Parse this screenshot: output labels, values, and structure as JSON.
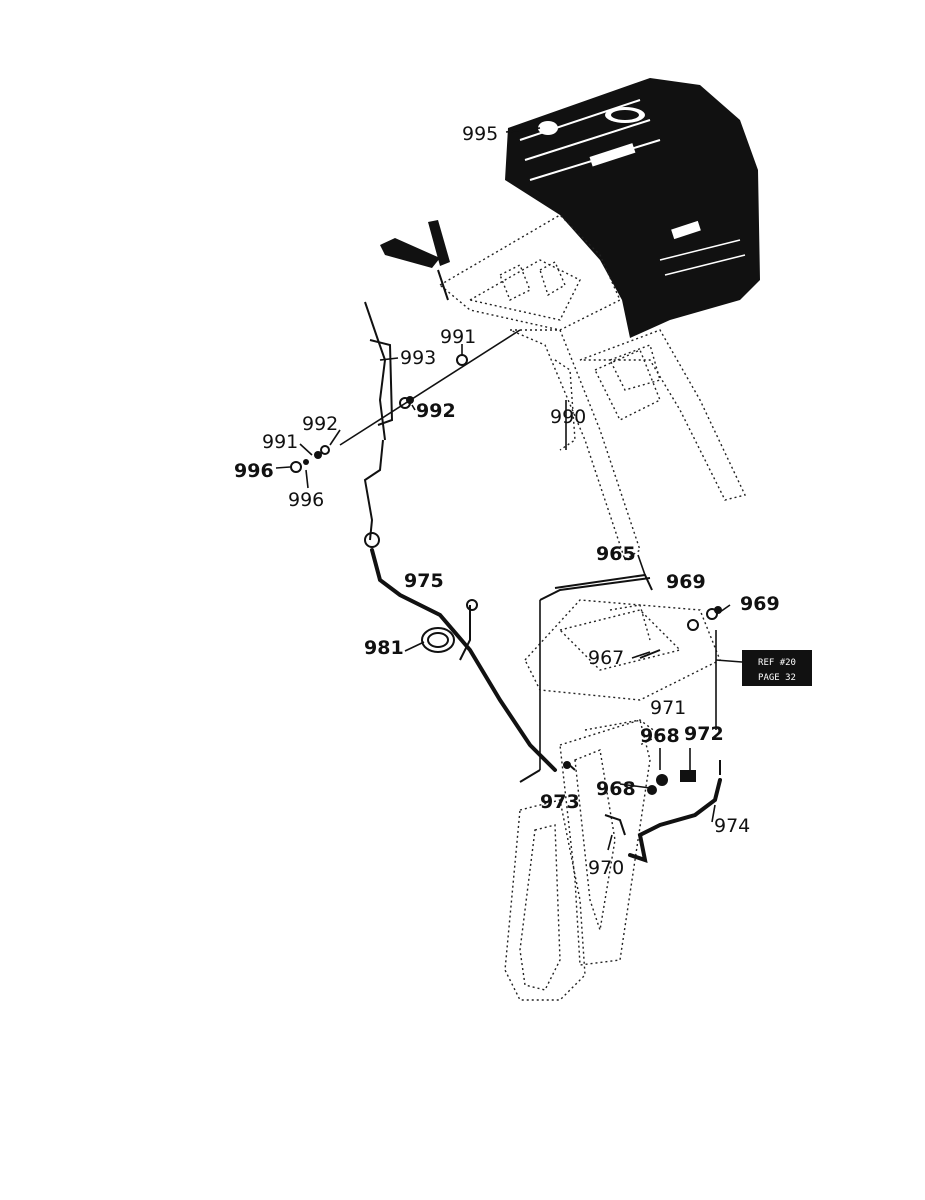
{
  "labels": {
    "l995": "995",
    "l991a": "991",
    "l993": "993",
    "l992a": "992",
    "l992b": "992",
    "l991b": "991",
    "l996a": "996",
    "l996b": "996",
    "l990": "990",
    "l965": "965",
    "l975": "975",
    "l969a": "969",
    "l969b": "969",
    "l981": "981",
    "l967": "967",
    "l971": "971",
    "l968a": "968",
    "l972": "972",
    "l973": "973",
    "l968b": "968",
    "l974": "974",
    "l970": "970"
  },
  "ref_box": {
    "line1": "REF #20",
    "line2": "PAGE 32"
  }
}
